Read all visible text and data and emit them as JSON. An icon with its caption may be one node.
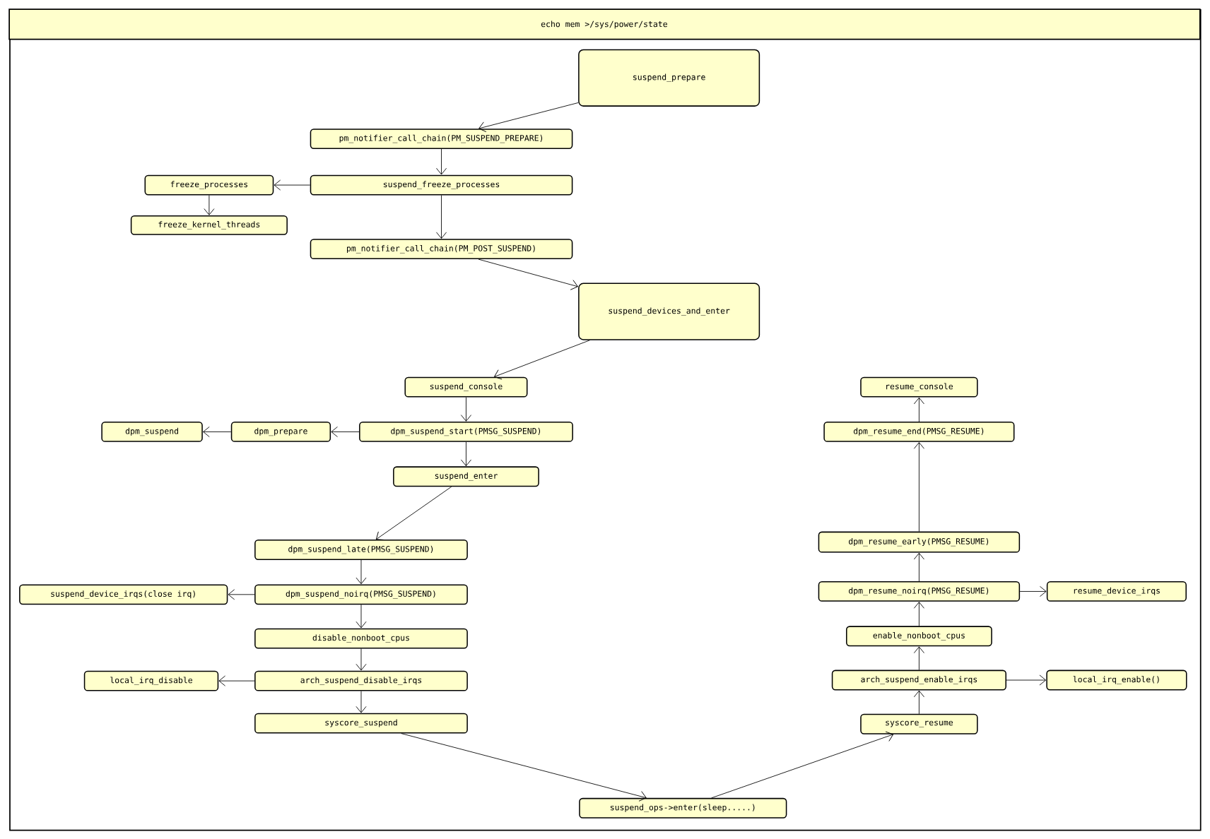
{
  "diagram": {
    "nodes": [
      {
        "text": [
          "echo mem >/sys/power/state"
        ]
      },
      {
        "text": [
          "suspend_prepare"
        ],
        "in": 0
      },
      {
        "text": [
          "pm_notifier_call_chain(PM_SUSPEND_PREPARE)"
        ],
        "in": 0
      },
      {
        "text": [
          "freeze_processes"
        ],
        "in": 0
      },
      {
        "text": [
          "suspend_freeze_processes"
        ],
        "in": 0
      },
      {
        "text": [
          "freeze_kernel_threads"
        ],
        "in": 0
      },
      {
        "text": [
          "pm_notifier_call_chain(PM_POST_SUSPEND)"
        ],
        "in": 0
      },
      {
        "text": [
          "suspend_devices_and_enter"
        ],
        "in": 0
      },
      {
        "text": [
          "suspend_console"
        ],
        "in": 0
      },
      {
        "text": [
          "dpm_suspend"
        ],
        "in": 0
      },
      {
        "text": [
          "dpm_prepare"
        ],
        "in": 0
      },
      {
        "text": [
          "dpm_suspend_start(PMSG_SUSPEND)"
        ],
        "in": 0
      },
      {
        "text": [
          "suspend_enter"
        ],
        "in": 0
      },
      {
        "text": [
          "dpm_suspend_late(PMSG_SUSPEND)"
        ],
        "in": 0
      },
      {
        "text": [
          "suspend_device_irqs(close irq)"
        ],
        "in": 0
      },
      {
        "text": [
          "dpm_suspend_noirq(PMSG_SUSPEND)"
        ],
        "in": 0
      },
      {
        "text": [
          "disable_nonboot_cpus"
        ],
        "in": 0
      },
      {
        "text": [
          "local_irq_disable"
        ],
        "in": 0
      },
      {
        "text": [
          "arch_suspend_disable_irqs"
        ],
        "in": 0
      },
      {
        "text": [
          "syscore_suspend"
        ],
        "in": 0
      },
      {
        "text": [
          "suspend_ops->enter(sleep.....)"
        ],
        "in": 0
      },
      {
        "text": [
          "resume_console"
        ],
        "in": 0
      },
      {
        "text": [
          "dpm_resume_end(PMSG_RESUME)"
        ],
        "in": 0
      },
      {
        "text": [
          "dpm_resume_early(PMSG_RESUME)"
        ],
        "in": 0
      },
      {
        "text": [
          "dpm_resume_noirq(PMSG_RESUME)"
        ],
        "in": 0
      },
      {
        "text": [
          "resume_device_irqs"
        ],
        "in": 0
      },
      {
        "text": [
          "enable_nonboot_cpus"
        ],
        "in": 0
      },
      {
        "text": [
          "arch_suspend_enable_irqs"
        ],
        "in": 0
      },
      {
        "text": [
          "local_irq_enable()"
        ],
        "in": 0
      },
      {
        "text": [
          "syscore_resume"
        ],
        "in": 0
      }
    ],
    "edges": [
      {
        "from": 1,
        "to": 2,
        "arrow": "to"
      },
      {
        "from": 2,
        "to": 4,
        "arrow": "to"
      },
      {
        "from": 4,
        "to": 3,
        "arrow": "to"
      },
      {
        "from": 3,
        "to": 5,
        "arrow": "to"
      },
      {
        "from": 4,
        "to": 6,
        "arrow": "to"
      },
      {
        "from": 6,
        "to": 7,
        "arrow": "to"
      },
      {
        "from": 7,
        "to": 8,
        "arrow": "to"
      },
      {
        "from": 8,
        "to": 11,
        "arrow": "to"
      },
      {
        "from": 11,
        "to": 10,
        "arrow": "to"
      },
      {
        "from": 10,
        "to": 9,
        "arrow": "to"
      },
      {
        "from": 11,
        "to": 12,
        "arrow": "to"
      },
      {
        "from": 12,
        "to": 13,
        "arrow": "to"
      },
      {
        "from": 13,
        "to": 15,
        "arrow": "to"
      },
      {
        "from": 15,
        "to": 14,
        "arrow": "to"
      },
      {
        "from": 15,
        "to": 16,
        "arrow": "to"
      },
      {
        "from": 16,
        "to": 18,
        "arrow": "to"
      },
      {
        "from": 18,
        "to": 17,
        "arrow": "to"
      },
      {
        "from": 18,
        "to": 19,
        "arrow": "to"
      },
      {
        "from": 19,
        "to": 20,
        "arrow": "to"
      },
      {
        "from": 20,
        "to": 29,
        "arrow": "to"
      },
      {
        "from": 29,
        "to": 27,
        "arrow": "to"
      },
      {
        "from": 27,
        "to": 28,
        "arrow": "to"
      },
      {
        "from": 27,
        "to": 26,
        "arrow": "to"
      },
      {
        "from": 26,
        "to": 24,
        "arrow": "to"
      },
      {
        "from": 24,
        "to": 25,
        "arrow": "to"
      },
      {
        "from": 24,
        "to": 23,
        "arrow": "to"
      },
      {
        "from": 23,
        "to": 22,
        "arrow": "to"
      },
      {
        "from": 22,
        "to": 21,
        "arrow": "to"
      }
    ]
  }
}
